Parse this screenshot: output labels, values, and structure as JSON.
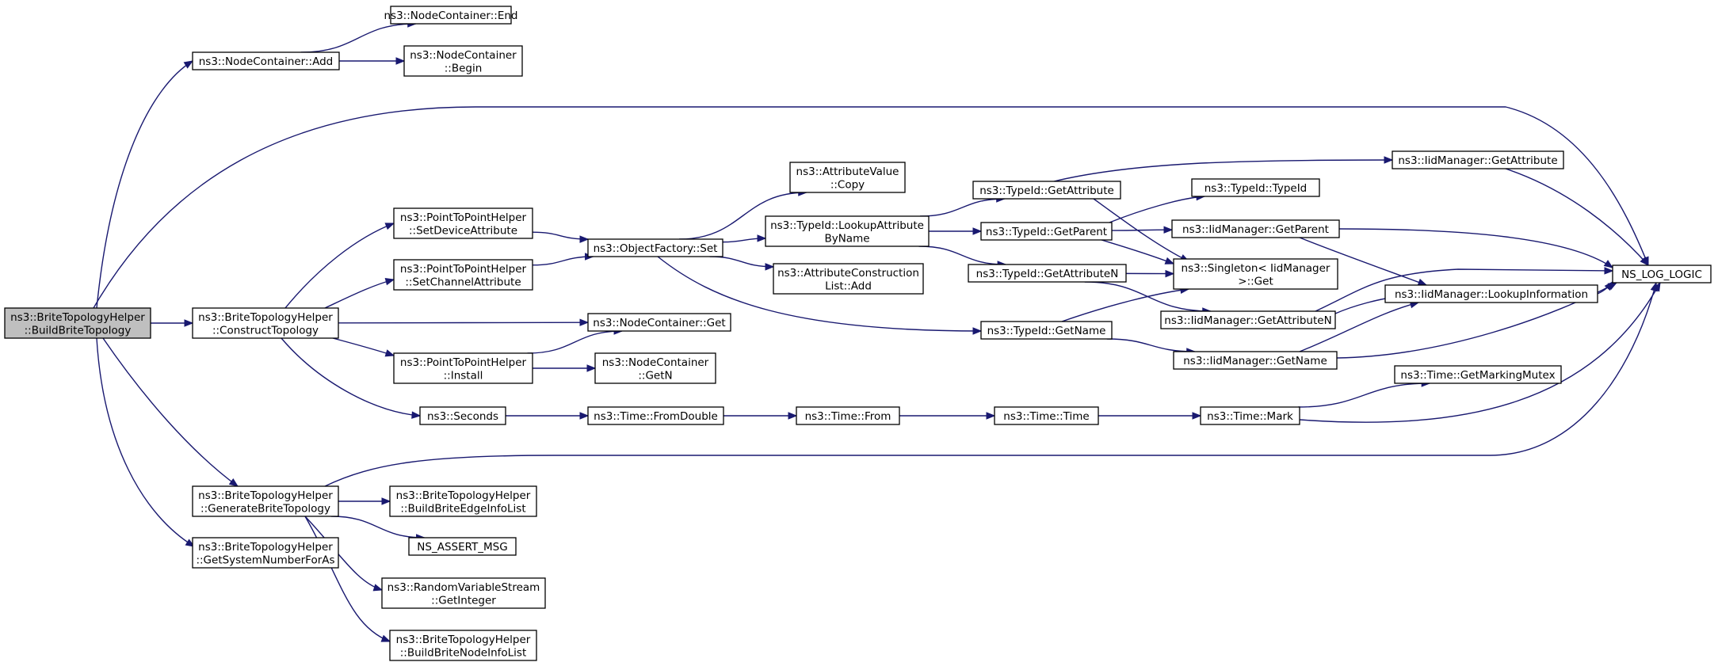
{
  "nodes": {
    "build_brite_topology": [
      "ns3::BriteTopologyHelper",
      "::BuildBriteTopology"
    ],
    "node_container_add": [
      "ns3::NodeContainer::Add"
    ],
    "node_container_end": [
      "ns3::NodeContainer::End"
    ],
    "node_container_begin": [
      "ns3::NodeContainer",
      "::Begin"
    ],
    "p2p_set_device_attribute": [
      "ns3::PointToPointHelper",
      "::SetDeviceAttribute"
    ],
    "p2p_set_channel_attribute": [
      "ns3::PointToPointHelper",
      "::SetChannelAttribute"
    ],
    "construct_topology": [
      "ns3::BriteTopologyHelper",
      "::ConstructTopology"
    ],
    "p2p_install": [
      "ns3::PointToPointHelper",
      "::Install"
    ],
    "seconds": [
      "ns3::Seconds"
    ],
    "generate_brite_topology": [
      "ns3::BriteTopologyHelper",
      "::GenerateBriteTopology"
    ],
    "get_system_number_for_as": [
      "ns3::BriteTopologyHelper",
      "::GetSystemNumberForAs"
    ],
    "attribute_value_copy": [
      "ns3::AttributeValue",
      "::Copy"
    ],
    "object_factory_set": [
      "ns3::ObjectFactory::Set"
    ],
    "attribute_construction_list_add": [
      "ns3::AttributeConstruction",
      "List::Add"
    ],
    "node_container_get": [
      "ns3::NodeContainer::Get"
    ],
    "node_container_getn": [
      "ns3::NodeContainer",
      "::GetN"
    ],
    "time_from_double": [
      "ns3::Time::FromDouble"
    ],
    "build_brite_edge_info_list": [
      "ns3::BriteTopologyHelper",
      "::BuildBriteEdgeInfoList"
    ],
    "ns_assert_msg": [
      "NS_ASSERT_MSG"
    ],
    "random_variable_stream_get_integer": [
      "ns3::RandomVariableStream",
      "::GetInteger"
    ],
    "build_brite_node_info_list": [
      "ns3::BriteTopologyHelper",
      "::BuildBriteNodeInfoList"
    ],
    "typeid_lookup_attribute_by_name": [
      "ns3::TypeId::LookupAttribute",
      "ByName"
    ],
    "time_from": [
      "ns3::Time::From"
    ],
    "typeid_get_attribute": [
      "ns3::TypeId::GetAttribute"
    ],
    "typeid_get_parent": [
      "ns3::TypeId::GetParent"
    ],
    "typeid_get_attribute_n": [
      "ns3::TypeId::GetAttributeN"
    ],
    "typeid_get_name": [
      "ns3::TypeId::GetName"
    ],
    "time_time": [
      "ns3::Time::Time"
    ],
    "typeid_typeid": [
      "ns3::TypeId::TypeId"
    ],
    "singleton_get": [
      "ns3::Singleton< IidManager",
      ">::Get"
    ],
    "time_mark": [
      "ns3::Time::Mark"
    ],
    "iid_get_attribute": [
      "ns3::IidManager::GetAttribute"
    ],
    "iid_get_parent": [
      "ns3::IidManager::GetParent"
    ],
    "iid_get_attribute_n": [
      "ns3::IidManager::GetAttributeN"
    ],
    "iid_get_name": [
      "ns3::IidManager::GetName"
    ],
    "time_get_marking_mutex": [
      "ns3::Time::GetMarkingMutex"
    ],
    "iid_lookup_information": [
      "ns3::IidManager::LookupInformation"
    ],
    "ns_log_logic": [
      "NS_LOG_LOGIC"
    ]
  },
  "edges": [
    [
      "build_brite_topology",
      "node_container_add"
    ],
    [
      "build_brite_topology",
      "ns_log_logic"
    ],
    [
      "build_brite_topology",
      "construct_topology"
    ],
    [
      "build_brite_topology",
      "generate_brite_topology"
    ],
    [
      "build_brite_topology",
      "get_system_number_for_as"
    ],
    [
      "node_container_add",
      "node_container_end"
    ],
    [
      "node_container_add",
      "node_container_begin"
    ],
    [
      "construct_topology",
      "p2p_set_device_attribute"
    ],
    [
      "construct_topology",
      "p2p_set_channel_attribute"
    ],
    [
      "construct_topology",
      "node_container_get"
    ],
    [
      "construct_topology",
      "p2p_install"
    ],
    [
      "construct_topology",
      "seconds"
    ],
    [
      "p2p_set_device_attribute",
      "object_factory_set"
    ],
    [
      "p2p_set_channel_attribute",
      "object_factory_set"
    ],
    [
      "p2p_install",
      "node_container_get"
    ],
    [
      "p2p_install",
      "node_container_getn"
    ],
    [
      "seconds",
      "time_from_double"
    ],
    [
      "object_factory_set",
      "attribute_value_copy"
    ],
    [
      "object_factory_set",
      "typeid_lookup_attribute_by_name"
    ],
    [
      "object_factory_set",
      "attribute_construction_list_add"
    ],
    [
      "object_factory_set",
      "typeid_get_name"
    ],
    [
      "time_from_double",
      "time_from"
    ],
    [
      "time_from",
      "time_time"
    ],
    [
      "time_time",
      "time_mark"
    ],
    [
      "typeid_lookup_attribute_by_name",
      "typeid_get_attribute"
    ],
    [
      "typeid_lookup_attribute_by_name",
      "typeid_get_parent"
    ],
    [
      "typeid_lookup_attribute_by_name",
      "typeid_get_attribute_n"
    ],
    [
      "typeid_get_attribute",
      "iid_get_attribute"
    ],
    [
      "typeid_get_attribute",
      "singleton_get"
    ],
    [
      "typeid_get_parent",
      "typeid_typeid"
    ],
    [
      "typeid_get_parent",
      "iid_get_parent"
    ],
    [
      "typeid_get_parent",
      "singleton_get"
    ],
    [
      "typeid_get_attribute_n",
      "singleton_get"
    ],
    [
      "typeid_get_attribute_n",
      "iid_get_attribute_n"
    ],
    [
      "typeid_get_name",
      "singleton_get"
    ],
    [
      "typeid_get_name",
      "iid_get_name"
    ],
    [
      "iid_get_attribute",
      "ns_log_logic"
    ],
    [
      "iid_get_parent",
      "ns_log_logic"
    ],
    [
      "iid_get_parent",
      "iid_lookup_information"
    ],
    [
      "iid_get_attribute_n",
      "iid_lookup_information"
    ],
    [
      "iid_get_attribute_n",
      "ns_log_logic"
    ],
    [
      "iid_get_name",
      "iid_lookup_information"
    ],
    [
      "iid_get_name",
      "ns_log_logic"
    ],
    [
      "iid_lookup_information",
      "ns_log_logic"
    ],
    [
      "time_mark",
      "time_get_marking_mutex"
    ],
    [
      "time_mark",
      "ns_log_logic"
    ],
    [
      "generate_brite_topology",
      "ns_log_logic"
    ],
    [
      "generate_brite_topology",
      "build_brite_edge_info_list"
    ],
    [
      "generate_brite_topology",
      "ns_assert_msg"
    ],
    [
      "generate_brite_topology",
      "random_variable_stream_get_integer"
    ],
    [
      "generate_brite_topology",
      "build_brite_node_info_list"
    ]
  ]
}
